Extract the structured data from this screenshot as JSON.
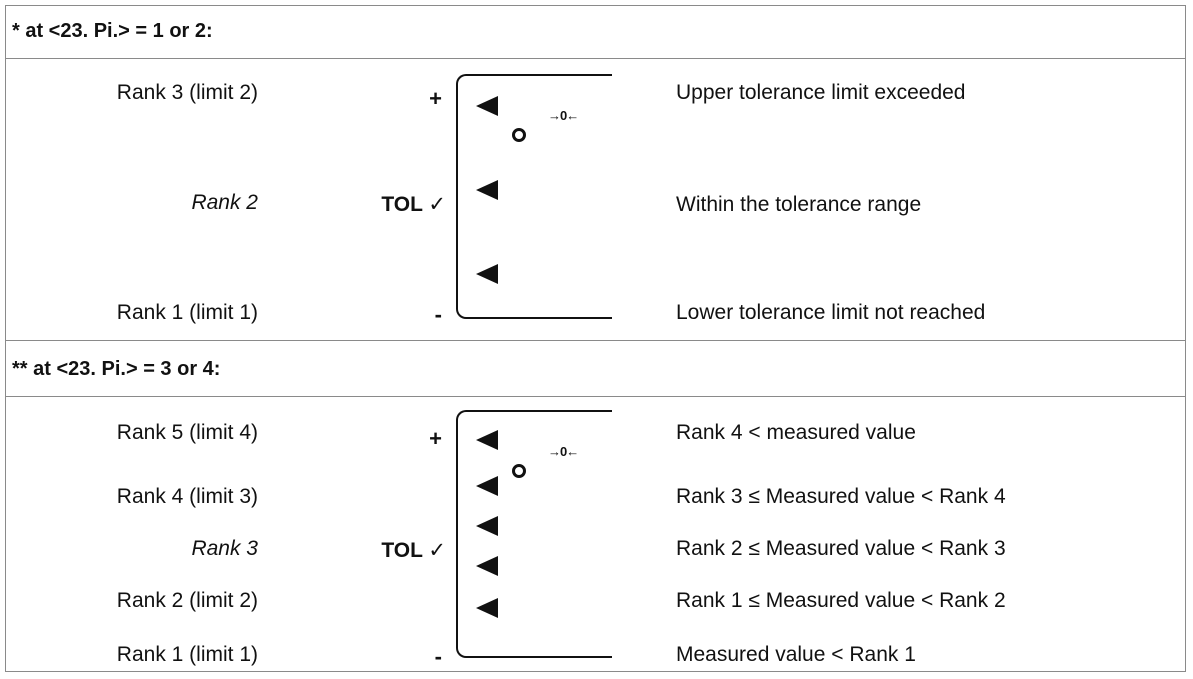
{
  "section1": {
    "heading": "* at <23. Pi.> = 1 or 2:",
    "ranks": [
      "Rank 3 (limit 2)",
      "Rank 2",
      "Rank 1 (limit 1)"
    ],
    "plus": "+",
    "minus": "-",
    "tol": "TOL",
    "check": "✓",
    "zero_symbol": "→0←",
    "descriptions": [
      "Upper tolerance limit exceeded",
      "Within the tolerance range",
      "Lower tolerance limit not reached"
    ]
  },
  "section2": {
    "heading": "** at <23. Pi.> = 3 or 4:",
    "ranks": [
      "Rank 5 (limit 4)",
      "Rank 4 (limit 3)",
      "Rank 3",
      "Rank 2 (limit 2)",
      "Rank 1 (limit 1)"
    ],
    "plus": "+",
    "minus": "-",
    "tol": "TOL",
    "check": "✓",
    "zero_symbol": "→0←",
    "descriptions": [
      "Rank 4 < measured value",
      "Rank 3 ≤ Measured value < Rank 4",
      "Rank 2 ≤ Measured value < Rank 3",
      "Rank 1 ≤ Measured value < Rank 2",
      "Measured value < Rank 1"
    ]
  }
}
